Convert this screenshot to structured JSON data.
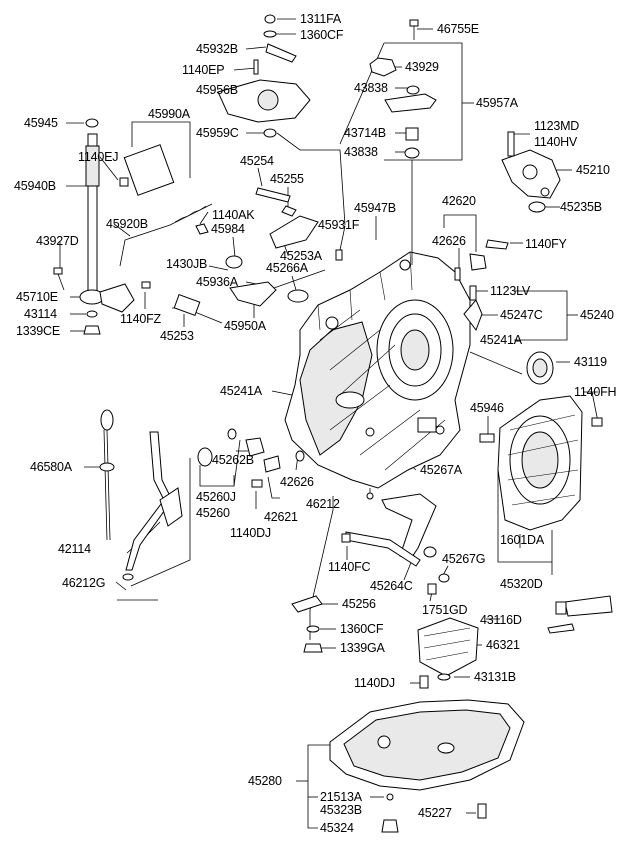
{
  "parts": {
    "p1311FA": "1311FA",
    "p1360CF_top": "1360CF",
    "p46755E": "46755E",
    "p45932B": "45932B",
    "p1140EP": "1140EP",
    "p43929": "43929",
    "p45956B": "45956B",
    "p43838_a": "43838",
    "p45957A": "45957A",
    "p45945": "45945",
    "p45990A": "45990A",
    "p45959C": "45959C",
    "p43714B": "43714B",
    "p1123MD": "1123MD",
    "p1140HV": "1140HV",
    "p43838_b": "43838",
    "p1140EJ": "1140EJ",
    "p45210": "45210",
    "p45254": "45254",
    "p45255": "45255",
    "p45940B": "45940B",
    "p45235B": "45235B",
    "p45947B": "45947B",
    "p42620": "42620",
    "p1140AK": "1140AK",
    "p45931F": "45931F",
    "p45920B": "45920B",
    "p45984": "45984",
    "p42626_top": "42626",
    "p1140FY": "1140FY",
    "p43927D": "43927D",
    "p45253A": "45253A",
    "p1430JB": "1430JB",
    "p45266A": "45266A",
    "p45936A": "45936A",
    "p1123LV": "1123LV",
    "p45710E": "45710E",
    "p45247C": "45247C",
    "p45240": "45240",
    "p43114": "43114",
    "p1140FZ": "1140FZ",
    "p45950A": "45950A",
    "p45253": "45253",
    "p1339CE": "1339CE",
    "p45241A_r": "45241A",
    "p43119": "43119",
    "p45241A_l": "45241A",
    "p1140FH": "1140FH",
    "p45946": "45946",
    "p46580A": "46580A",
    "p45262B": "45262B",
    "p42626_mid": "42626",
    "p45267A": "45267A",
    "p45260J": "45260J",
    "p45260": "45260",
    "p46212_mid": "46212",
    "p42621": "42621",
    "p1140DJ_mid": "1140DJ",
    "p1601DA": "1601DA",
    "p42114": "42114",
    "p1140FC": "1140FC",
    "p45267G": "45267G",
    "p45264C": "45264C",
    "p45320D": "45320D",
    "p46212G": "46212G",
    "p1751GD": "1751GD",
    "p45256": "45256",
    "p43116D": "43116D",
    "p1360CF_bot": "1360CF",
    "p46321": "46321",
    "p1339GA": "1339GA",
    "p1140DJ_bot": "1140DJ",
    "p43131B": "43131B",
    "p45280": "45280",
    "p21513A": "21513A",
    "p45323B": "45323B",
    "p45227": "45227",
    "p45324": "45324"
  }
}
